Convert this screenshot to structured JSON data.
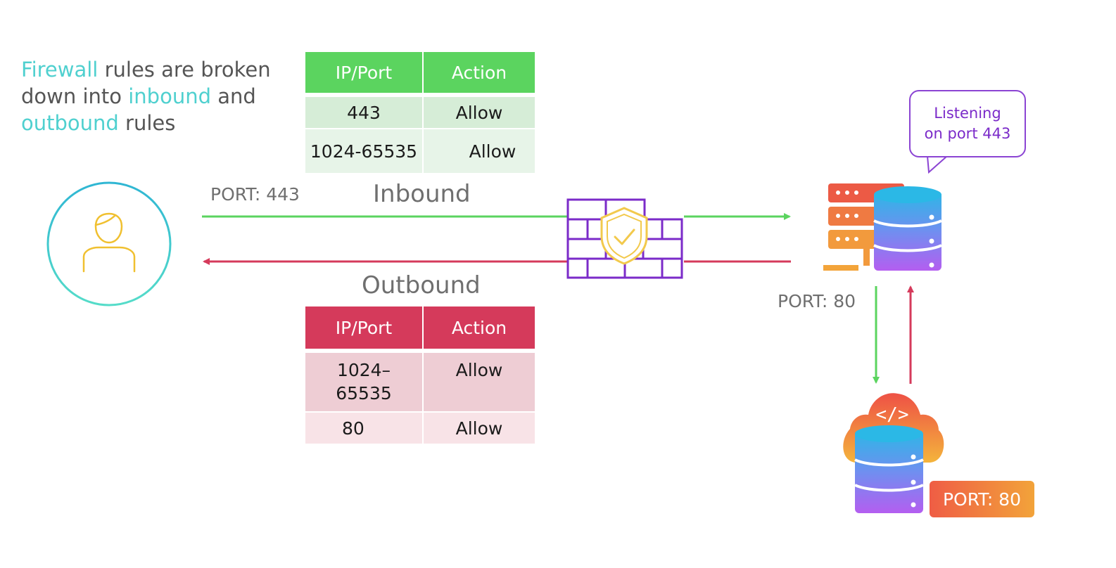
{
  "intro": {
    "part1": "Firewall",
    "part2": " rules are broken down into ",
    "part3": "inbound",
    "part4": " and ",
    "part5": "outbound",
    "part6": " rules"
  },
  "inbound_table": {
    "headers": [
      "IP/Port",
      "Action"
    ],
    "rows": [
      [
        "443",
        "Allow"
      ],
      [
        "1024-65535",
        "Allow"
      ]
    ]
  },
  "outbound_table": {
    "headers": [
      "IP/Port",
      "Action"
    ],
    "rows": [
      [
        "1024–65535",
        "Allow"
      ],
      [
        "80",
        "Allow"
      ]
    ]
  },
  "labels": {
    "port_443": "PORT: 443",
    "inbound": "Inbound",
    "outbound": "Outbound",
    "port_80": "PORT: 80",
    "callout_line1": "Listening",
    "callout_line2": "on port 443",
    "port_80_badge": "PORT: 80"
  },
  "icons": {
    "user": "user-icon",
    "firewall": "firewall-icon",
    "server": "server-database-icon",
    "cloud": "cloud-database-icon"
  },
  "colors": {
    "accent_teal": "#4fd0cf",
    "inbound_green": "#5bd45f",
    "outbound_red": "#d53a5b",
    "firewall_purple": "#7b2bc9",
    "shield_gold": "#f2c94c"
  }
}
